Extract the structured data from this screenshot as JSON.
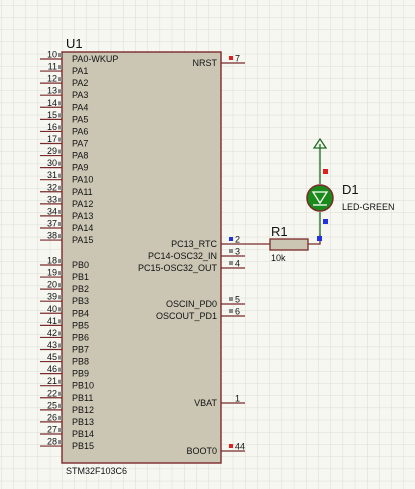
{
  "colors": {
    "background": "#f7f7f2",
    "grid": "#d4d4cc",
    "chip_fill": "#cbc6b4",
    "chip_border": "#7a2a2a",
    "wire": "#7a2a2a",
    "led_wire": "#1f6b1f",
    "led_fill": "#1a8a1a",
    "pin_marker": "#8a8a8a",
    "power_marker": "#e02020",
    "node_marker": "#2233dd",
    "text": "#111111"
  },
  "chip": {
    "ref": "U1",
    "part": "STM32F103C6",
    "left_pins": [
      {
        "num": "10",
        "name": "PA0-WKUP"
      },
      {
        "num": "11",
        "name": "PA1"
      },
      {
        "num": "12",
        "name": "PA2"
      },
      {
        "num": "13",
        "name": "PA3"
      },
      {
        "num": "14",
        "name": "PA4"
      },
      {
        "num": "15",
        "name": "PA5"
      },
      {
        "num": "16",
        "name": "PA6"
      },
      {
        "num": "17",
        "name": "PA7"
      },
      {
        "num": "29",
        "name": "PA8"
      },
      {
        "num": "30",
        "name": "PA9"
      },
      {
        "num": "31",
        "name": "PA10"
      },
      {
        "num": "32",
        "name": "PA11"
      },
      {
        "num": "33",
        "name": "PA12"
      },
      {
        "num": "34",
        "name": "PA13"
      },
      {
        "num": "37",
        "name": "PA14"
      },
      {
        "num": "38",
        "name": "PA15"
      },
      {
        "num": "18",
        "name": "PB0"
      },
      {
        "num": "19",
        "name": "PB1"
      },
      {
        "num": "20",
        "name": "PB2"
      },
      {
        "num": "39",
        "name": "PB3"
      },
      {
        "num": "40",
        "name": "PB4"
      },
      {
        "num": "41",
        "name": "PB5"
      },
      {
        "num": "42",
        "name": "PB6"
      },
      {
        "num": "43",
        "name": "PB7"
      },
      {
        "num": "45",
        "name": "PB8"
      },
      {
        "num": "46",
        "name": "PB9"
      },
      {
        "num": "21",
        "name": "PB10"
      },
      {
        "num": "22",
        "name": "PB11"
      },
      {
        "num": "25",
        "name": "PB12"
      },
      {
        "num": "26",
        "name": "PB13"
      },
      {
        "num": "27",
        "name": "PB14"
      },
      {
        "num": "28",
        "name": "PB15"
      }
    ],
    "right_pins": [
      {
        "num": "7",
        "name": "NRST",
        "marker": "power"
      },
      {
        "num": "2",
        "name": "PC13_RTC",
        "marker": "node"
      },
      {
        "num": "3",
        "name": "PC14-OSC32_IN",
        "marker": "pin"
      },
      {
        "num": "4",
        "name": "PC15-OSC32_OUT",
        "marker": "pin"
      },
      {
        "num": "5",
        "name": "OSCIN_PD0",
        "marker": "pin"
      },
      {
        "num": "6",
        "name": "OSCOUT_PD1",
        "marker": "pin"
      },
      {
        "num": "1",
        "name": "VBAT",
        "marker": "none"
      },
      {
        "num": "44",
        "name": "BOOT0",
        "marker": "power"
      }
    ]
  },
  "resistor": {
    "ref": "R1",
    "value": "10k"
  },
  "led": {
    "ref": "D1",
    "value": "LED-GREEN"
  }
}
